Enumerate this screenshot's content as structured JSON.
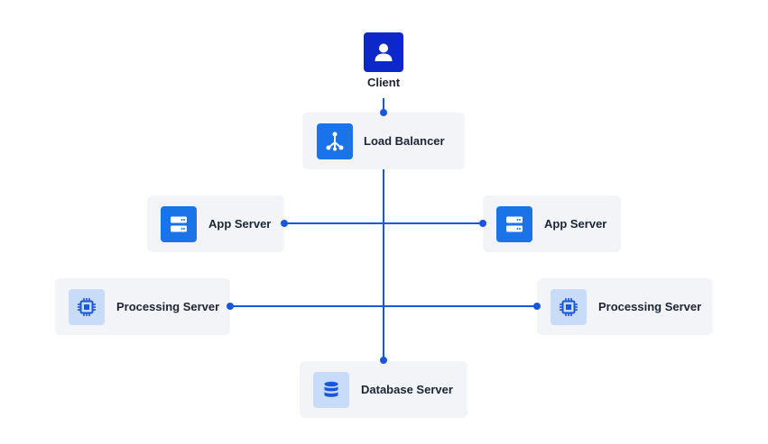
{
  "nodes": {
    "client": {
      "label": "Client",
      "icon": "user-icon"
    },
    "load_balancer": {
      "label": "Load Balancer",
      "icon": "network-share-icon"
    },
    "app_server_left": {
      "label": "App Server",
      "icon": "server-icon"
    },
    "app_server_right": {
      "label": "App Server",
      "icon": "server-icon"
    },
    "processing_server_left": {
      "label": "Processing Server",
      "icon": "cpu-chip-icon"
    },
    "processing_server_right": {
      "label": "Processing Server",
      "icon": "cpu-chip-icon"
    },
    "database_server": {
      "label": "Database Server",
      "icon": "database-icon"
    }
  },
  "colors": {
    "connector": "#1a56db",
    "client_icon_bg": "#0c28c9",
    "icon_solid_bg": "#1a73e8",
    "icon_soft_bg": "#c8dcf9",
    "card_bg": "#f2f4f8",
    "label_text": "#1d2433"
  }
}
